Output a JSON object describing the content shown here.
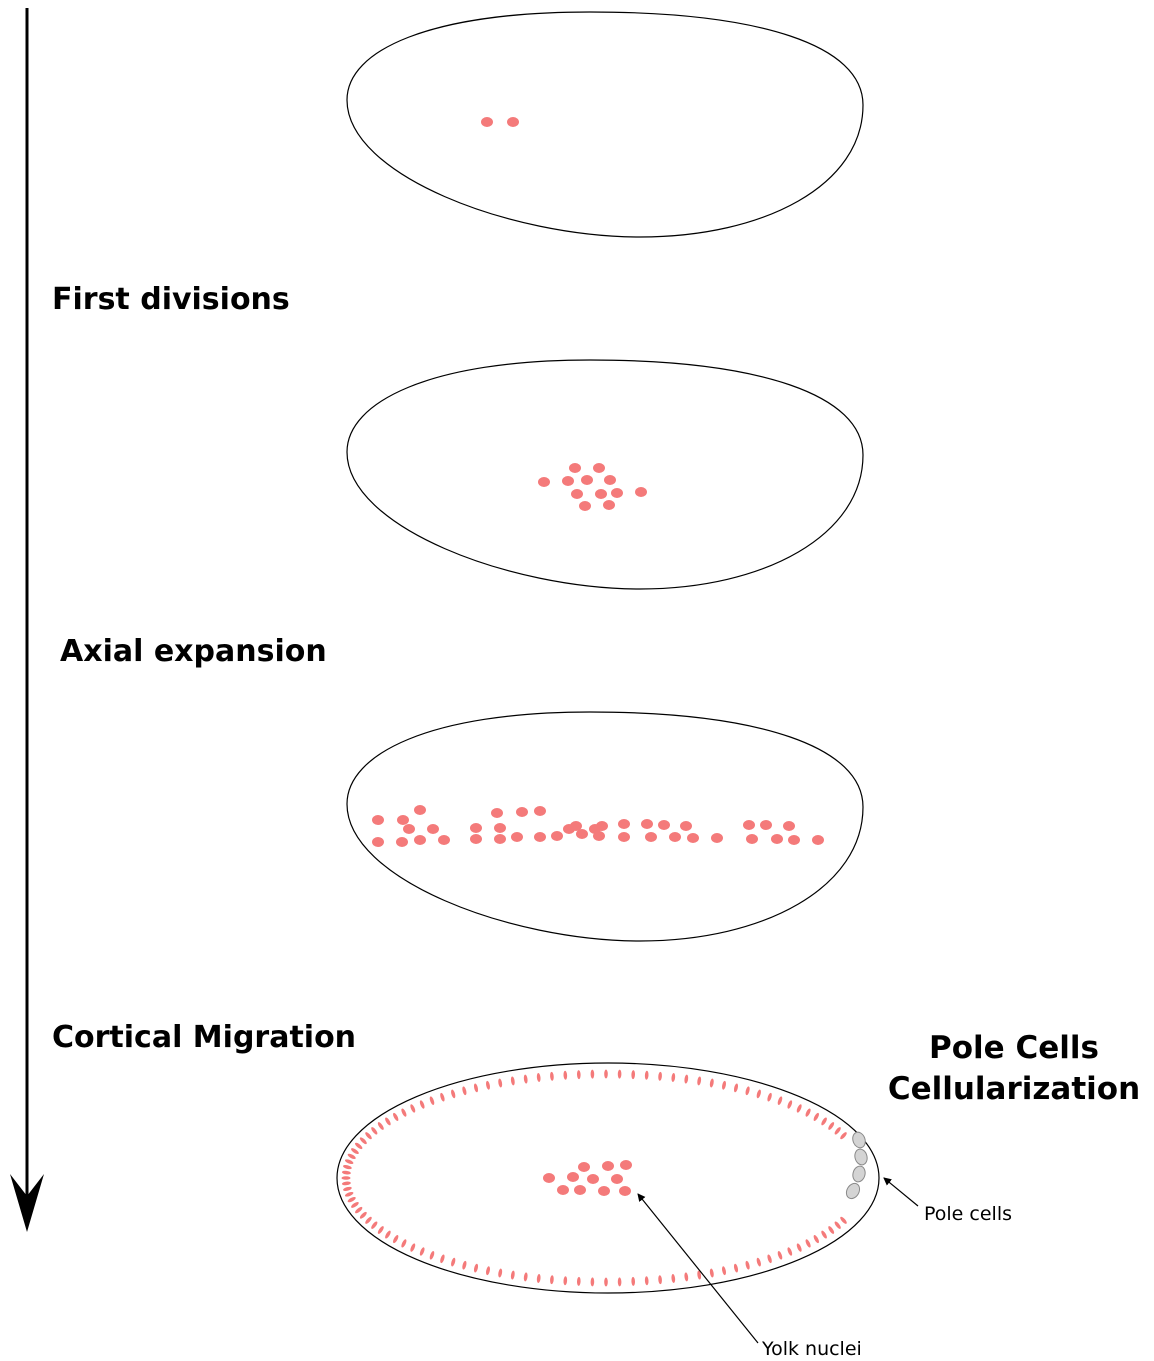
{
  "labels": {
    "first_divisions": "First divisions",
    "axial_expansion": "Axial expansion",
    "cortical_migration": "Cortical Migration",
    "pole_cells_title_line1": "Pole Cells",
    "pole_cells_title_line2": "Cellularization"
  },
  "annotations": {
    "pole_cells": "Pole cells",
    "yolk_nuclei": "Yolk nuclei"
  },
  "colors": {
    "nucleus": "#f47a7a",
    "pole_cell_fill": "#d4d4d4",
    "outline": "#000000"
  }
}
